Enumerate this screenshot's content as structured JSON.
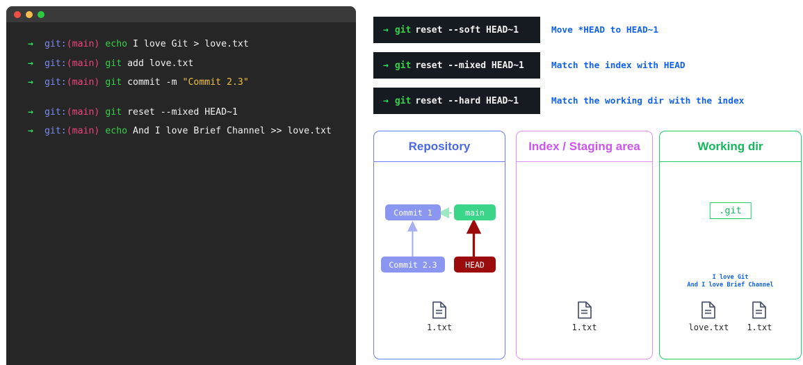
{
  "terminal": {
    "window_title": "",
    "traffic_lights": [
      "close-red",
      "minimize-yellow",
      "maximize-green"
    ],
    "prompt_arrow": "→",
    "prompt_git": "git:",
    "prompt_branch": "(main)",
    "lines": [
      {
        "cmd": "echo",
        "args": "I love Git ",
        "op": "> ",
        "tail": "love.txt",
        "string": "",
        "gap": false
      },
      {
        "cmd": "git",
        "args": "add love.txt",
        "op": "",
        "tail": "",
        "string": "",
        "gap": false
      },
      {
        "cmd": "git",
        "args": "commit -m ",
        "op": "",
        "tail": "",
        "string": "\"Commit 2.3\"",
        "gap": false
      },
      {
        "cmd": "git",
        "args": "reset --mixed HEAD~1",
        "op": "",
        "tail": "",
        "string": "",
        "gap": true
      },
      {
        "cmd": "echo",
        "args": "And I love Brief Channel ",
        "op": ">> ",
        "tail": "love.txt",
        "string": "",
        "gap": false
      }
    ]
  },
  "commands": [
    {
      "arrow": "→",
      "git": "git",
      "rest": "reset --soft HEAD~1",
      "desc": "Move *HEAD to HEAD~1"
    },
    {
      "arrow": "→",
      "git": "git",
      "rest": "reset --mixed HEAD~1",
      "desc": "Match the index with HEAD"
    },
    {
      "arrow": "→",
      "git": "git",
      "rest": "reset --hard HEAD~1",
      "desc": "Match the working dir with the index"
    }
  ],
  "panels": {
    "repository": {
      "title": "Repository",
      "color": "#4a68e8",
      "nodes": {
        "commit1": "Commit 1",
        "commit23": "Commit 2.3",
        "main": "main",
        "head": "HEAD"
      },
      "files": [
        {
          "label": "1.txt"
        }
      ]
    },
    "index": {
      "title": "Index / Staging area",
      "color": "#cc55ee",
      "files": [
        {
          "label": "1.txt"
        }
      ]
    },
    "working": {
      "title": "Working dir",
      "color": "#17b75c",
      "git_badge": ".git",
      "note_line1": "I love Git",
      "note_line2": "And I love Brief Channel",
      "files": [
        {
          "label": "love.txt"
        },
        {
          "label": "1.txt"
        }
      ]
    }
  }
}
